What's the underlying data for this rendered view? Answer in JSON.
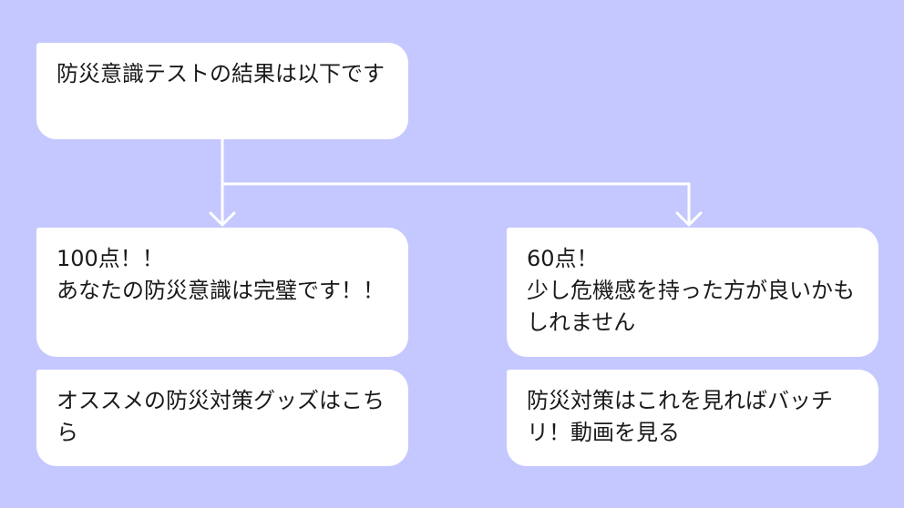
{
  "diagram": {
    "type": "flowchart",
    "colors": {
      "background": "#C5C8FE",
      "node_fill": "#FFFFFF",
      "connector": "#FFFFFF",
      "text": "#1A1A1A"
    },
    "nodes": {
      "root": {
        "text": "防災意識テストの結果は以下です"
      },
      "result_100": {
        "text": "100点！！\nあなたの防災意識は完璧です！！"
      },
      "result_60": {
        "text": "60点！\n少し危機感を持った方が良いかもしれません"
      },
      "goods_link": {
        "text": "オススメの防災対策グッズはこちら"
      },
      "video_link": {
        "text": "防災対策はこれを見ればバッチリ！動画を見る"
      }
    },
    "edges": [
      {
        "from": "root",
        "to": "result_100",
        "style": "arrow"
      },
      {
        "from": "root",
        "to": "result_60",
        "style": "arrow"
      },
      {
        "from": "result_100",
        "to": "goods_link",
        "style": "stacked"
      },
      {
        "from": "result_60",
        "to": "video_link",
        "style": "stacked"
      }
    ]
  }
}
